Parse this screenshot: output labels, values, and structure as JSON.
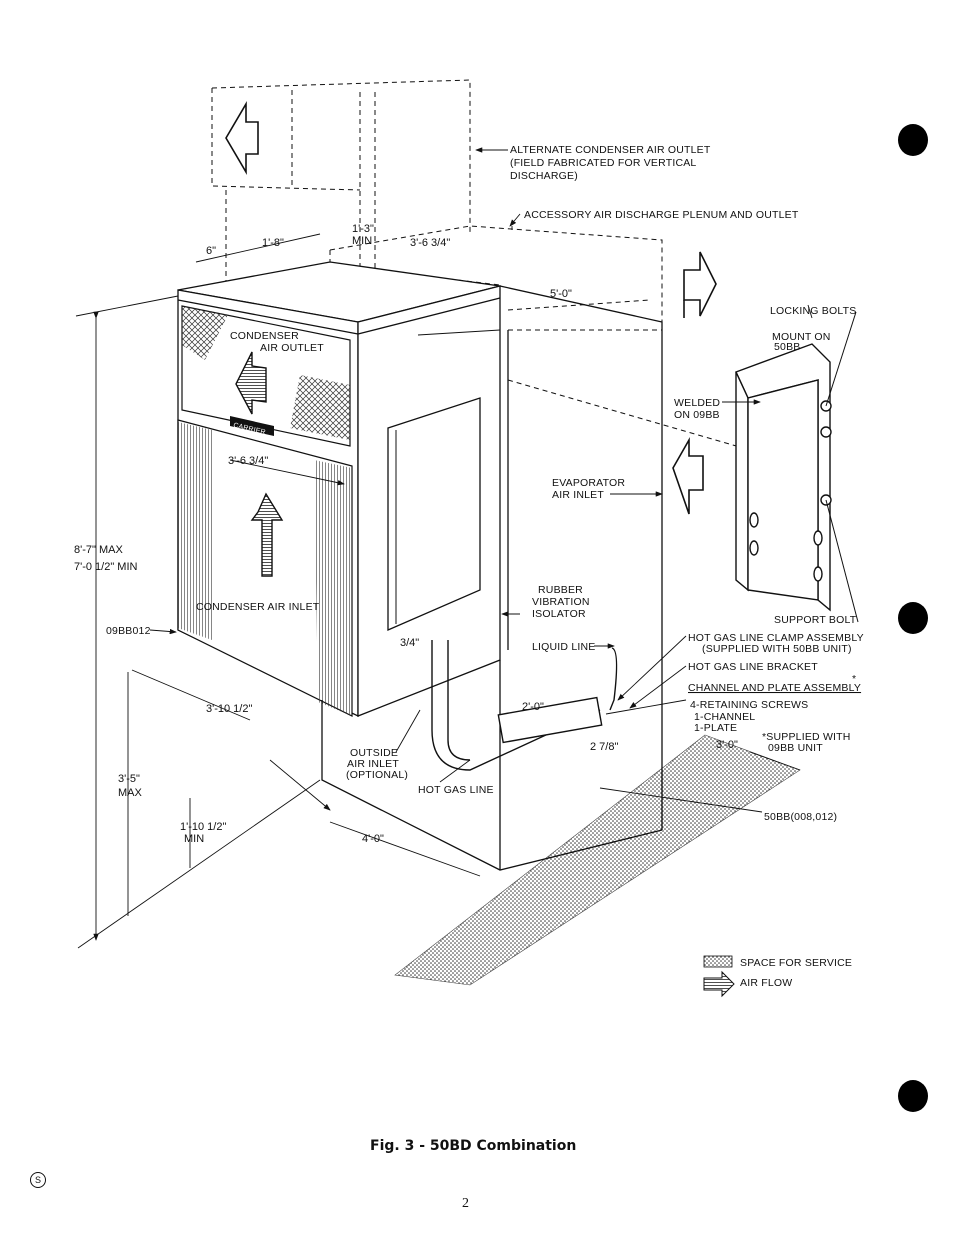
{
  "figure": {
    "caption": "Fig. 3 - 50BD Combination",
    "page_number": "2",
    "corner_mark": "S"
  },
  "labels": {
    "alt_outlet_1": "ALTERNATE CONDENSER AIR OUTLET",
    "alt_outlet_2": "(FIELD FABRICATED FOR VERTICAL",
    "alt_outlet_3": "DISCHARGE)",
    "plenum": "ACCESSORY AIR DISCHARGE PLENUM AND OUTLET",
    "locking_bolts": "LOCKING BOLTS",
    "mount_on_1": "MOUNT ON",
    "mount_on_2": "50BB",
    "welded_1": "WELDED",
    "welded_2": "ON 09BB",
    "cond_outlet_1": "CONDENSER",
    "cond_outlet_2": "AIR OUTLET",
    "carrier": "CARRIER",
    "evap_1": "EVAPORATOR",
    "evap_2": "AIR INLET",
    "rubber_1": "RUBBER",
    "rubber_2": "VIBRATION",
    "rubber_3": "ISOLATOR",
    "support_bolt": "SUPPORT BOLT",
    "condenser_inlet": "CONDENSER AIR INLET",
    "model_09bb": "09BB012",
    "liquid_line": "LIQUID LINE",
    "hot_gas_clamp_1": "HOT GAS LINE CLAMP ASSEMBLY",
    "hot_gas_clamp_2": "(SUPPLIED WITH 50BB UNIT)",
    "hot_gas_bracket": "HOT GAS LINE BRACKET",
    "channel_plate": "CHANNEL AND PLATE ASSEMBLY",
    "asterisk": "*",
    "retaining": "4-RETAINING SCREWS",
    "channel": "1-CHANNEL",
    "plate": "1-PLATE",
    "supplied_1": "*SUPPLIED WITH",
    "supplied_2": "09BB UNIT",
    "outside_1": "OUTSIDE",
    "outside_2": "AIR INLET",
    "outside_3": "(OPTIONAL)",
    "hot_gas_line": "HOT GAS LINE",
    "model_50bb": "50BB(008,012)"
  },
  "dimensions": {
    "d_6in": "6\"",
    "d_1_8": "1'-8\"",
    "d_1_3": "1'-3\"",
    "d_min": "MIN",
    "d_3_6_3_4_top": "3'-6 3/4\"",
    "d_5_0": "5'-0\"",
    "d_3_6_3_4_front": "3'-6 3/4\"",
    "d_8_7": "8'-7\" MAX",
    "d_7_0": "7'-0 1/2\" MIN",
    "d_3_4": "3/4\"",
    "d_2_0": "2'-0\"",
    "d_2_7_8": "2 7/8\"",
    "d_3_0": "3'-0\"",
    "d_3_10": "3'-10 1/2\"",
    "d_3_5": "3'-5\"",
    "d_max": "MAX",
    "d_1_10": "1'-10 1/2\"",
    "d_min2": "MIN",
    "d_4_0": "4'-0\""
  },
  "legend": {
    "service": "SPACE FOR SERVICE",
    "airflow": "AIR FLOW"
  }
}
